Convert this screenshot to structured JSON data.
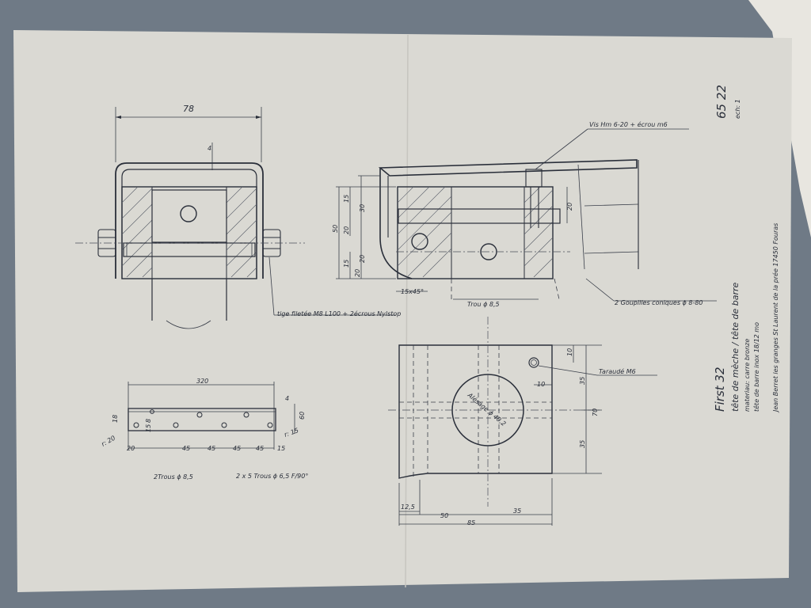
{
  "colors": {
    "table": "#6f7a86",
    "paper": "#dad9d3",
    "ink": "#2a2f3a"
  },
  "title_block": {
    "drawing_number": "65 22",
    "scale": "ech: 1",
    "boat": "First 32",
    "part": "tête de mèche / tête de barre",
    "material": "materiau: carre bronze",
    "material_2": "tête de barre inox 18/12 mo",
    "author": "Jean Berret  les granges  St Laurent de la prée  17450 Fouras"
  },
  "front_view": {
    "dims": {
      "width": "78",
      "thickness": "4"
    },
    "note": "tige filetée M8 L100 + 2écrous Nylstop"
  },
  "side_view": {
    "note_top": "Vis Hm 6-20 + écrou m6",
    "dims": {
      "d15": "15",
      "d30": "30",
      "d50": "50",
      "d20a": "20",
      "d20b": "20",
      "d15b": "15",
      "d20c": "20",
      "d20r": "20"
    },
    "chamfer": "15x45°",
    "hole_note": "Trou ϕ 8,5",
    "pins_note": "2 Goupilles coniques ϕ 8-80"
  },
  "strip_view": {
    "dims": {
      "length": "320",
      "h18": "18",
      "h60": "60",
      "h4": "4",
      "r20": "r: 20",
      "r15": "r: 15",
      "h8": "8",
      "h15": "15",
      "s20": "20",
      "s45a": "45",
      "s45b": "45",
      "s45c": "45",
      "s45d": "45",
      "s15": "15"
    },
    "note_holes_a": "2Trous ϕ 8,5",
    "note_holes_b": "2 x 5 Trous ϕ 6,5 F/90°"
  },
  "plan_view": {
    "bore": "Alésage ϕ 40,2",
    "tapped": "Taraudé M6",
    "dims": {
      "d10t": "10",
      "d10r": "10",
      "d35a": "35",
      "d70": "70",
      "d35b": "35",
      "d12": "12,5",
      "d50": "50",
      "d35c": "35",
      "d85": "85"
    }
  }
}
